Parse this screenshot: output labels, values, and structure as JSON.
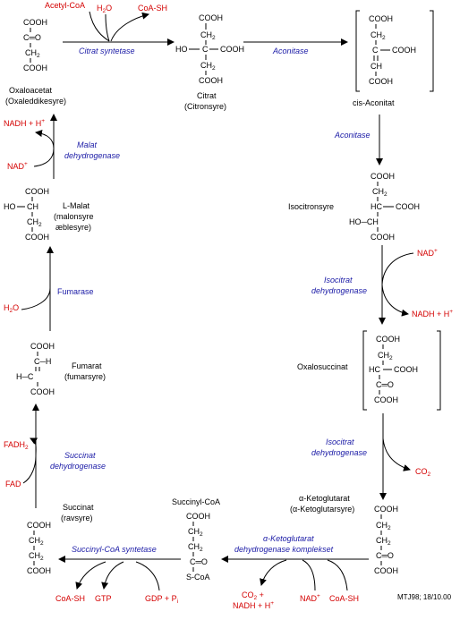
{
  "oxaloacetat": {
    "label_l1": "Oxaloacetat",
    "label_l2": "(Oxaleddikesyre)",
    "cooh_top": "COOH",
    "co": "C═O",
    "ch2": "CH",
    "ch2_sub": "2",
    "cooh_bot": "COOH"
  },
  "citrat": {
    "label_l1": "Citrat",
    "label_l2": "(Citronsyre)",
    "cooh_top": "COOH",
    "ch2_a": "CH",
    "ch2_sub": "2",
    "ho": "HO",
    "c": "C",
    "cooh_mid": "COOH",
    "ch2_b": "CH",
    "cooh_bot": "COOH"
  },
  "cis_aconitat": {
    "label": "cis-Aconitat",
    "cooh_top": "COOH",
    "ch2": "CH",
    "ch2_sub": "2",
    "c": "C",
    "cooh_mid": "COOH",
    "ch": "CH",
    "cooh_bot": "COOH"
  },
  "isocitronsyre": {
    "label": "Isocitronsyre",
    "cooh_top": "COOH",
    "ch2": "CH",
    "ch2_sub": "2",
    "hc": "HC",
    "cooh_mid": "COOH",
    "hoch": "HO─CH",
    "cooh_bot": "COOH"
  },
  "oxalosuccinat": {
    "label": "Oxalosuccinat",
    "cooh_top": "COOH",
    "ch2": "CH",
    "ch2_sub": "2",
    "hc": "HC",
    "cooh_mid": "COOH",
    "co": "C═O",
    "cooh_bot": "COOH"
  },
  "ketoglutarat": {
    "label_l1": "α-Ketoglutarat",
    "label_l2": "(α-Ketoglutarsyre)",
    "cooh_top": "COOH",
    "ch2_a": "CH",
    "ch2_sub": "2",
    "ch2_b": "CH",
    "co": "C═O",
    "cooh_bot": "COOH"
  },
  "succinyl_coa": {
    "label": "Succinyl-CoA",
    "cooh": "COOH",
    "ch2_a": "CH",
    "ch2_sub": "2",
    "ch2_b": "CH",
    "co": "C═O",
    "scoa": "S-CoA"
  },
  "succinat": {
    "label_l1": "Succinat",
    "label_l2": "(ravsyre)",
    "cooh_top": "COOH",
    "ch2_a": "CH",
    "ch2_sub": "2",
    "ch2_b": "CH",
    "cooh_bot": "COOH"
  },
  "fumarat": {
    "label_l1": "Fumarat",
    "label_l2": "(fumarsyre)",
    "cooh_top": "COOH",
    "ch": "C─H",
    "hc": "H─C",
    "cooh_bot": "COOH"
  },
  "malat": {
    "label_l1": "L-Malat",
    "label_l2": "(malonsyre",
    "label_l3": "æblesyre)",
    "cooh_top": "COOH",
    "ho": "HO",
    "ch": "CH",
    "ch2": "CH",
    "ch2_sub": "2",
    "cooh_bot": "COOH"
  },
  "enzymes": {
    "citrat_syntetase": "Citrat syntetase",
    "aconitase_1": "Aconitase",
    "aconitase_2": "Aconitase",
    "isocitrat_dh_1_l1": "Isocitrat",
    "isocitrat_dh_1_l2": "dehydrogenase",
    "isocitrat_dh_2_l1": "Isocitrat",
    "isocitrat_dh_2_l2": "dehydrogenase",
    "ketoglutarat_dh_l1": "α-Ketoglutarat",
    "ketoglutarat_dh_l2": "dehydrogenase komplekset",
    "succinyl_coa_syntetase": "Succinyl-CoA syntetase",
    "succinat_dh_l1": "Succinat",
    "succinat_dh_l2": "dehydrogenase",
    "fumarase": "Fumarase",
    "malat_dh_l1": "Malat",
    "malat_dh_l2": "dehydrogenase"
  },
  "cofactors": {
    "acetyl_coa": "Acetyl-CoA",
    "h2o_top": "H",
    "h2o_top_sub": "2",
    "h2o_top_o": "O",
    "coa_sh_top": "CoA-SH",
    "nad_1": "NAD",
    "nad_1_sup": "+",
    "nadh_1": "NADH + H",
    "nadh_1_sup": "+",
    "co2_1": "CO",
    "co2_1_sub": "2",
    "nad_2": "NAD",
    "nad_2_sup": "+",
    "coa_sh_2": "CoA-SH",
    "co2_2": "CO",
    "co2_2_sub": "2",
    "co2_2_plus": " +",
    "nadh_2": "NADH + H",
    "nadh_2_sup": "+",
    "coa_sh_3": "CoA-SH",
    "gtp": "GTP",
    "gdp": "GDP + P",
    "gdp_sub": "i",
    "fadh2": "FADH",
    "fadh2_sub": "2",
    "fad": "FAD",
    "h2o_left": "H",
    "h2o_left_sub": "2",
    "h2o_left_o": "O",
    "nadh_3": "NADH + H",
    "nadh_3_sup": "+",
    "nad_3": "NAD",
    "nad_3_sup": "+"
  },
  "footer": {
    "credit": "MTJ98; 18/10.00"
  },
  "colors": {
    "enzyme": "#1a1aa6",
    "cofactor": "#d40000",
    "structure": "#000000"
  }
}
